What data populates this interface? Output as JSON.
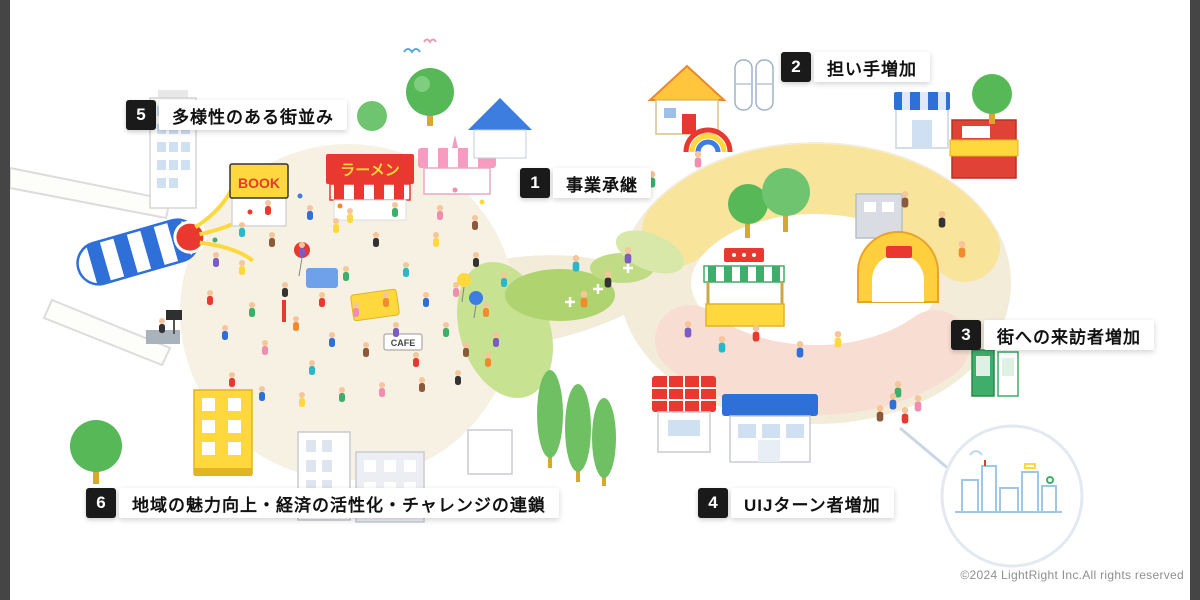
{
  "meta": {
    "copyright": "©2024 LightRight Inc.All rights reserved"
  },
  "labels": [
    {
      "number": "1",
      "text": "事業承継"
    },
    {
      "number": "2",
      "text": "担い手増加"
    },
    {
      "number": "3",
      "text": "街への来訪者増加"
    },
    {
      "number": "4",
      "text": "UIJターン者増加"
    },
    {
      "number": "5",
      "text": "多様性のある街並み"
    },
    {
      "number": "6",
      "text": "地域の魅力向上・経済の活性化・チャレンジの連鎖"
    }
  ],
  "signs": {
    "book": "BOOK",
    "ramen": "ラーメン",
    "cafe": "CAFE"
  },
  "colors": {
    "badge": "#1a1a1a",
    "label_bg": "#ffffff",
    "accent_red": "#e8382f",
    "accent_yellow": "#ffd83d",
    "accent_blue": "#2e6fd8",
    "accent_green": "#3fae6a",
    "path_cream": "#f3ecd9",
    "path_yellow": "#f9e49c",
    "path_pink": "#f8ded2",
    "grass": "#aed36f"
  }
}
